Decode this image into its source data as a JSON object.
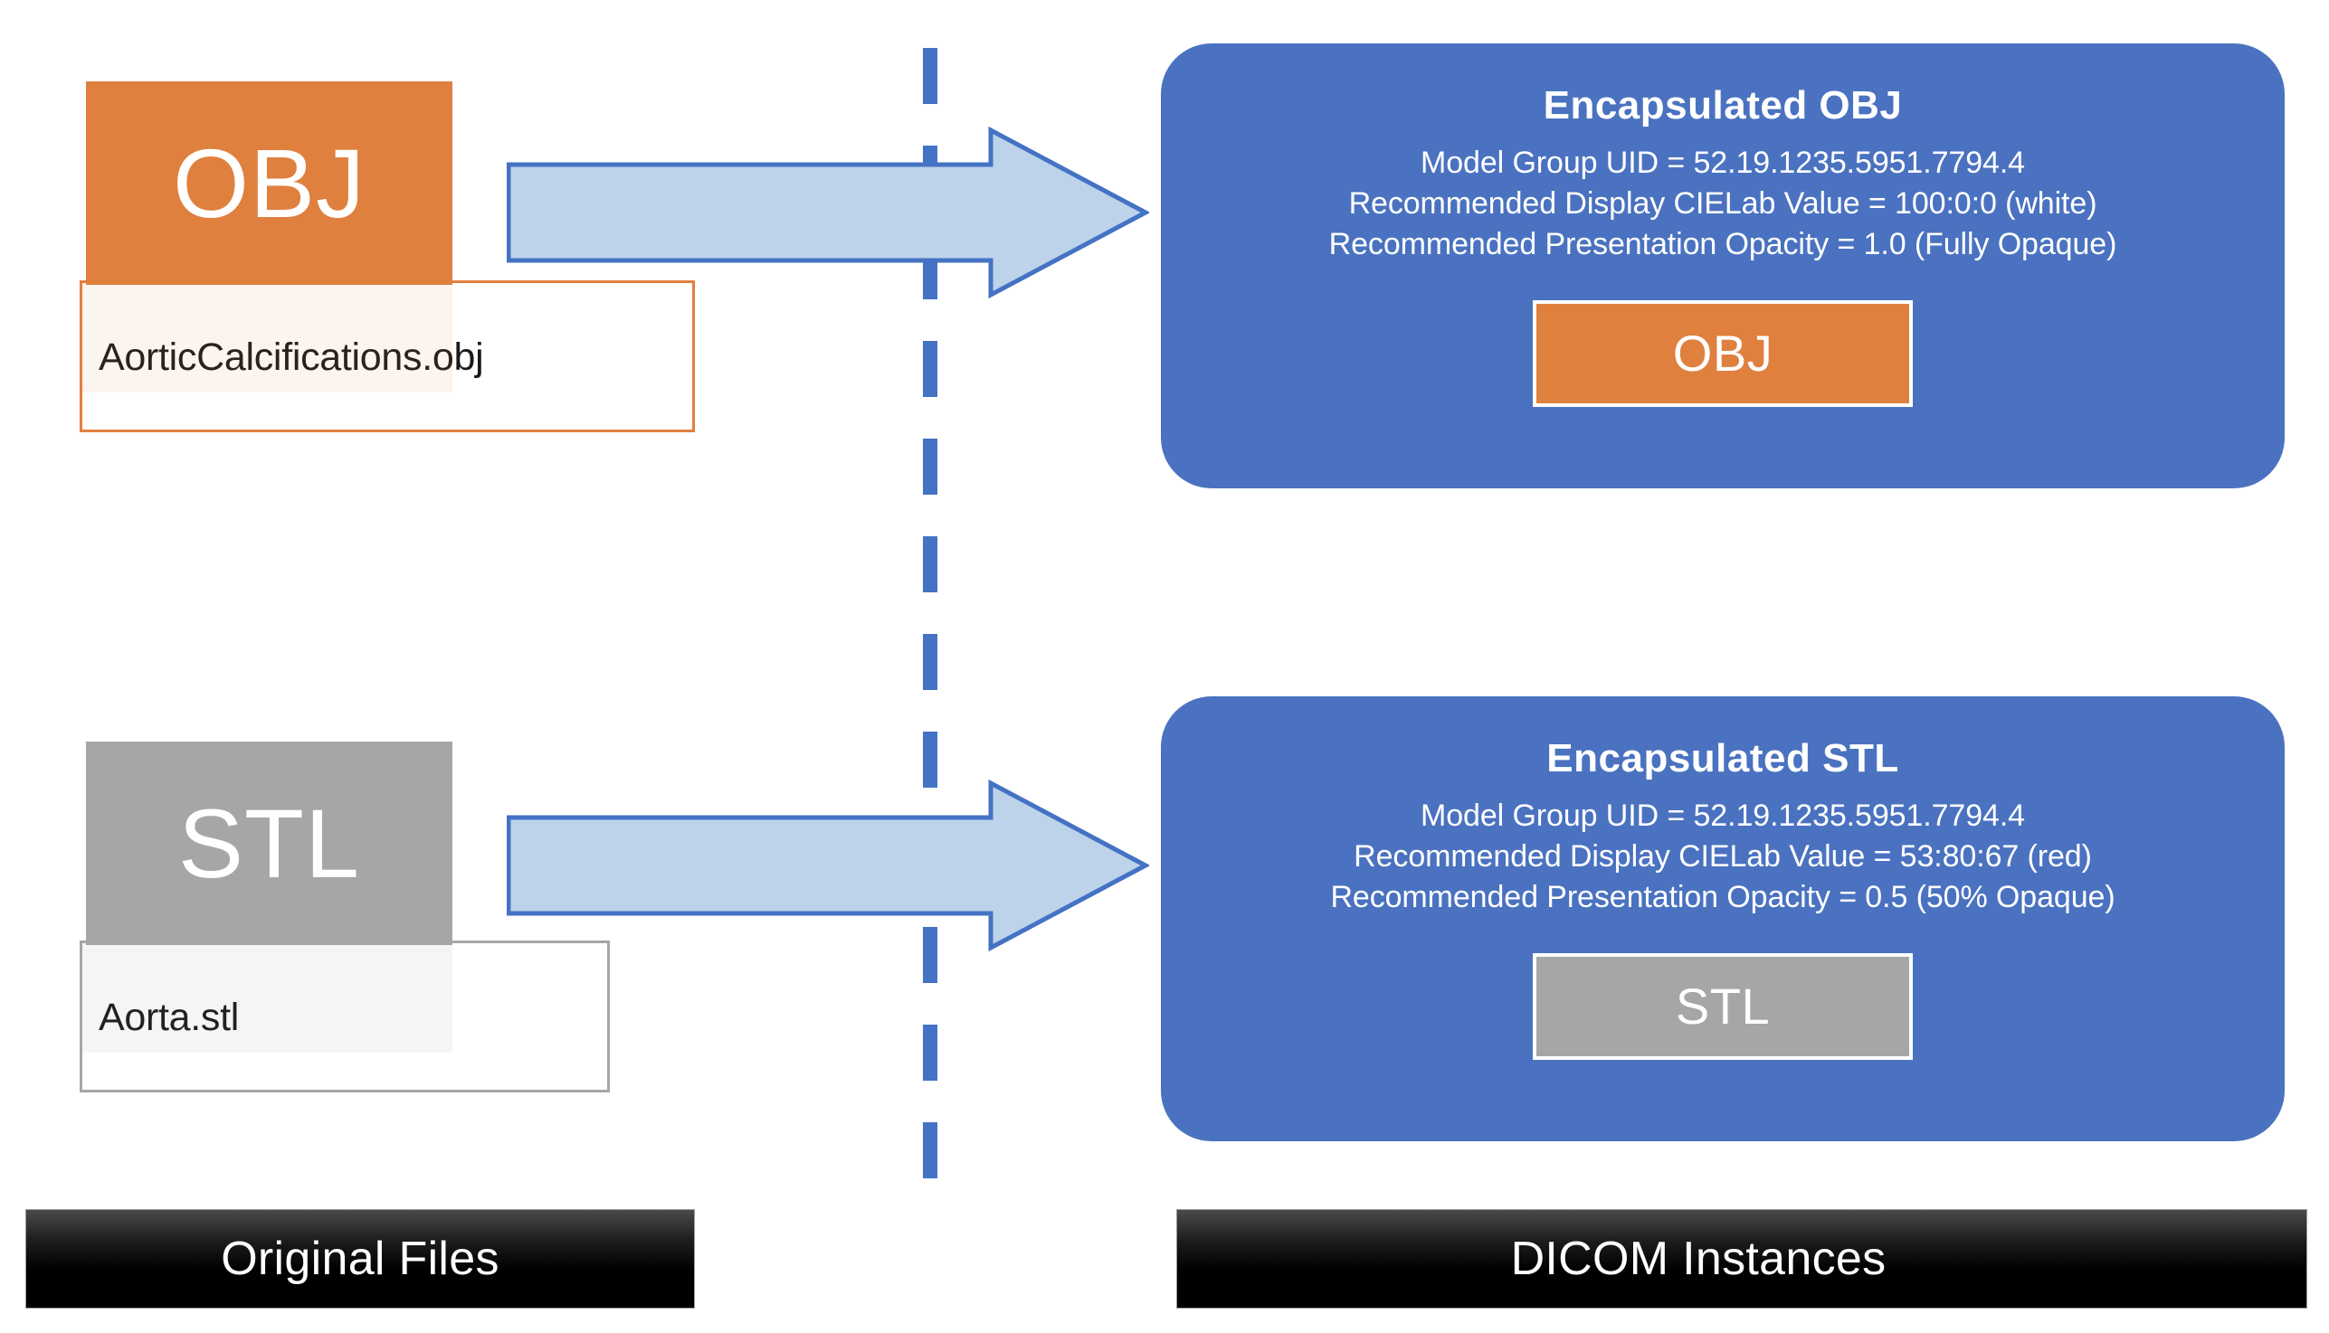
{
  "divider": {
    "name": "vertical-dashed-divider",
    "color": "#4472c4"
  },
  "colors": {
    "obj_orange": "#e0803f",
    "stl_gray": "#a6a6a6",
    "card_blue": "#4a72c0",
    "arrow_fill": "#bdd3ea",
    "arrow_stroke": "#4472c4",
    "banner_black": "#000000"
  },
  "left_column": {
    "items": [
      {
        "type_label": "OBJ",
        "file_name": "AorticCalcifications.obj",
        "accent": "#e0803f"
      },
      {
        "type_label": "STL",
        "file_name": "Aorta.stl",
        "accent": "#a6a6a6"
      }
    ]
  },
  "arrows": [
    {
      "name": "conversion-arrow-obj",
      "direction": "right"
    },
    {
      "name": "conversion-arrow-stl",
      "direction": "right"
    }
  ],
  "right_column": {
    "cards": [
      {
        "title": "Encapsulated  OBJ",
        "lines": [
          "Model Group UID = 52.19.1235.5951.7794.4",
          "Recommended Display CIELab Value = 100:0:0  (white)",
          "Recommended Presentation Opacity = 1.0 (Fully Opaque)"
        ],
        "badge_label": "OBJ"
      },
      {
        "title": "Encapsulated  STL",
        "lines": [
          "Model Group UID = 52.19.1235.5951.7794.4",
          "Recommended Display CIELab Value = 53:80:67  (red)",
          "Recommended Presentation Opacity = 0.5 (50% Opaque)"
        ],
        "badge_label": "STL"
      }
    ]
  },
  "banners": {
    "left_label": "Original Files",
    "right_label": "DICOM Instances"
  }
}
